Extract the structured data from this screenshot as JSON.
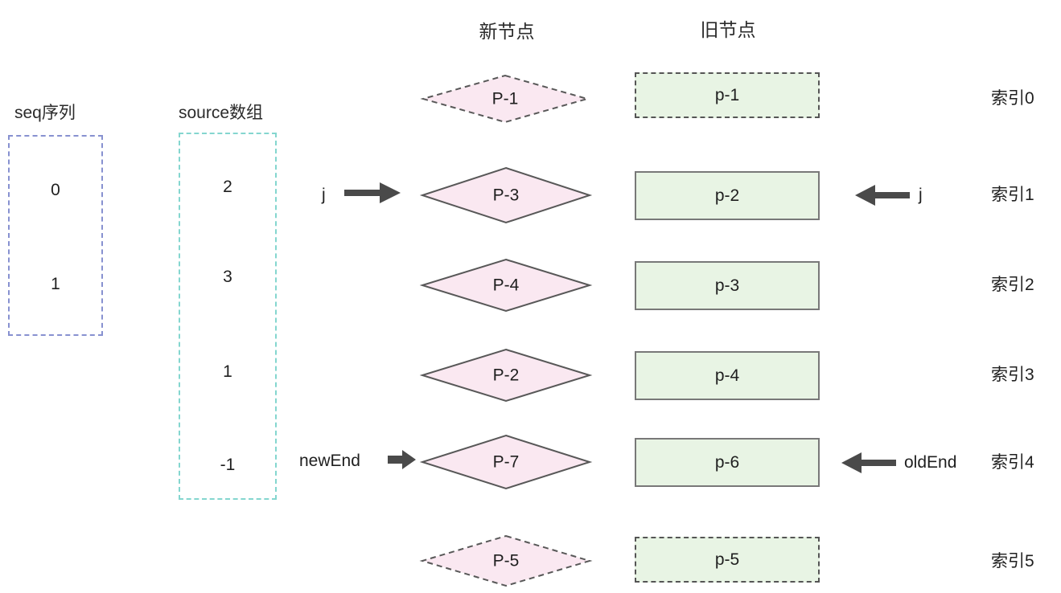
{
  "columns": {
    "new_nodes_header": "新节点",
    "old_nodes_header": "旧节点",
    "seq_label": "seq序列",
    "source_label": "source数组"
  },
  "seq_array": {
    "label": "seq序列",
    "border_color": "#8791d0",
    "values": [
      "0",
      "1"
    ]
  },
  "source_array": {
    "label": "source数组",
    "border_color": "#84d6cf",
    "values": [
      "2",
      "3",
      "1",
      "-1"
    ]
  },
  "new_nodes": [
    {
      "label": "P-1",
      "style": "dashed"
    },
    {
      "label": "P-3",
      "style": "solid"
    },
    {
      "label": "P-4",
      "style": "solid"
    },
    {
      "label": "P-2",
      "style": "solid"
    },
    {
      "label": "P-7",
      "style": "solid"
    },
    {
      "label": "P-5",
      "style": "dashed"
    }
  ],
  "old_nodes": [
    {
      "label": "p-1",
      "style": "dashed"
    },
    {
      "label": "p-2",
      "style": "solid"
    },
    {
      "label": "p-3",
      "style": "solid"
    },
    {
      "label": "p-4",
      "style": "solid"
    },
    {
      "label": "p-6",
      "style": "solid"
    },
    {
      "label": "p-5",
      "style": "dashed"
    }
  ],
  "indices": [
    "索引0",
    "索引1",
    "索引2",
    "索引3",
    "索引4",
    "索引5"
  ],
  "pointers": {
    "new_j": "j",
    "old_j": "j",
    "new_end": "newEnd",
    "old_end": "oldEnd"
  },
  "colors": {
    "diamond_fill": "#fae8f1",
    "diamond_stroke": "#585858",
    "box_fill": "#e8f4e4",
    "box_stroke": "#787878",
    "arrow": "#4a4a4a",
    "seq_border": "#8791d0",
    "source_border": "#84d6cf",
    "text": "#1f1f1f"
  }
}
